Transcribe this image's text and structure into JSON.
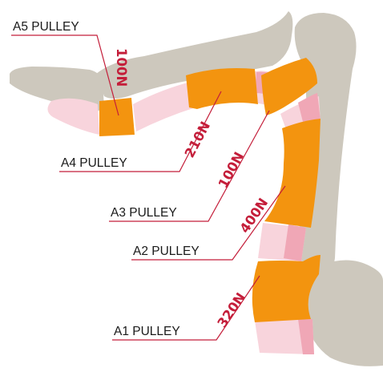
{
  "colors": {
    "bone": "#cdc8bd",
    "pulley": "#f3940f",
    "sheath_light": "#f8d4dc",
    "sheath_mid": "#f0a7b6",
    "force_text": "#c41e3a",
    "leader": "#c41e3a",
    "label_text": "#1a1a1a"
  },
  "pulleys": [
    {
      "name": "A5 PULLEY",
      "force": "100N"
    },
    {
      "name": "A4 PULLEY",
      "force": "210N"
    },
    {
      "name": "A3 PULLEY",
      "force": "100N"
    },
    {
      "name": "A2 PULLEY",
      "force": "400N"
    },
    {
      "name": "A1 PULLEY",
      "force": "320N"
    }
  ]
}
